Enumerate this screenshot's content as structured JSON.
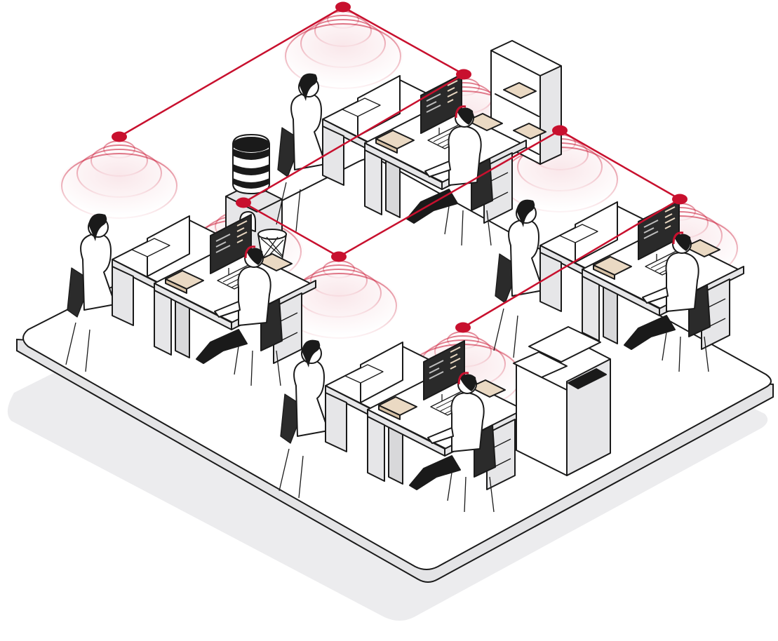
{
  "colors": {
    "network_red": "#c8102e",
    "floor_top": "#ffffff",
    "floor_edge": "#e4e4e6",
    "floor_shadow": "#ececee",
    "desk_top": "#ffffff",
    "desk_side": "#e6e6e8",
    "outline": "#1a1a1a",
    "screen": "#2a2a2a",
    "folder": "#ead9c3",
    "chair": "#2b2b2b"
  },
  "icons": {
    "access_point": "red-dot-signal-icon",
    "person": "office-worker-icon",
    "computer": "monitor-icon",
    "printer": "printer-icon",
    "water": "water-cooler-icon",
    "bin": "waste-basket-icon",
    "shelf": "bookshelf-icon"
  },
  "network": {
    "access_points": [
      {
        "id": "ap-1"
      },
      {
        "id": "ap-2"
      },
      {
        "id": "ap-3"
      },
      {
        "id": "ap-4"
      },
      {
        "id": "ap-5"
      },
      {
        "id": "ap-6"
      },
      {
        "id": "ap-7"
      },
      {
        "id": "ap-8"
      }
    ],
    "links": [
      [
        "ap-1",
        "ap-2"
      ],
      [
        "ap-2",
        "ap-3"
      ],
      [
        "ap-3",
        "ap-4"
      ],
      [
        "ap-4",
        "ap-5"
      ],
      [
        "ap-5",
        "ap-6"
      ],
      [
        "ap-6",
        "ap-7"
      ],
      [
        "ap-7",
        "ap-8"
      ]
    ]
  },
  "workstations": [
    {
      "id": "desk-group-back"
    },
    {
      "id": "desk-group-left"
    },
    {
      "id": "desk-group-right"
    },
    {
      "id": "desk-group-front"
    }
  ]
}
